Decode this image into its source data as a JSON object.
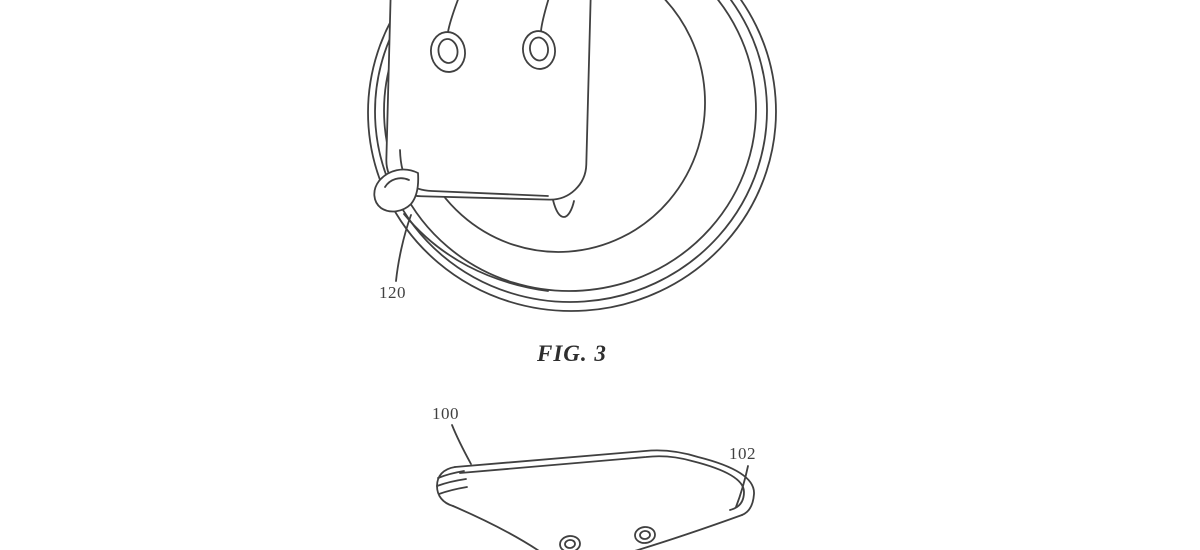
{
  "page": {
    "background": "#ffffff",
    "ink": "#404040"
  },
  "figure3": {
    "caption": "FIG. 3",
    "labels": {
      "l120": "120"
    }
  },
  "figure4": {
    "labels": {
      "l100": "100",
      "l102": "102"
    }
  }
}
